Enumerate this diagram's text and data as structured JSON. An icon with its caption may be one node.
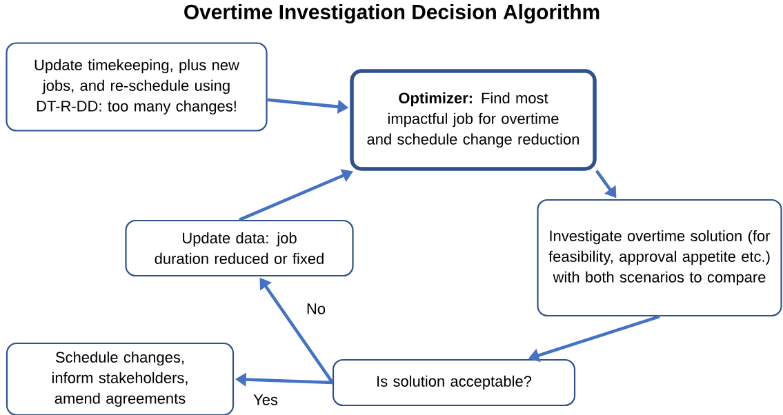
{
  "diagram": {
    "title": "Overtime Investigation Decision Algorithm",
    "nodes": [
      {
        "text": [
          "Update timekeeping, plus new jobs, and re-schedule using DT-R-DD: too many changes!"
        ]
      },
      {
        "text": [
          "**Optimizer:** Find most impactful job for overtime and schedule change reduction"
        ]
      },
      {
        "text": [
          "Investigate overtime solution (for feasibility, approval appetite etc.) with both scenarios to compare"
        ]
      },
      {
        "text": [
          "Is solution acceptable?"
        ]
      },
      {
        "text": [
          "Update data: job duration reduced or fixed"
        ]
      },
      {
        "text": [
          "Schedule changes, inform stakeholders, amend agreements"
        ]
      }
    ],
    "edges": [
      {
        "from": 0,
        "to": 1,
        "arrow": "to"
      },
      {
        "from": 1,
        "to": 2,
        "arrow": "to"
      },
      {
        "from": 2,
        "to": 3,
        "arrow": "to"
      },
      {
        "from": 3,
        "to": 4,
        "arrow": "to",
        "label": "No"
      },
      {
        "from": 3,
        "to": 5,
        "arrow": "to",
        "label": "Yes"
      },
      {
        "from": 4,
        "to": 1,
        "arrow": "to"
      }
    ]
  }
}
